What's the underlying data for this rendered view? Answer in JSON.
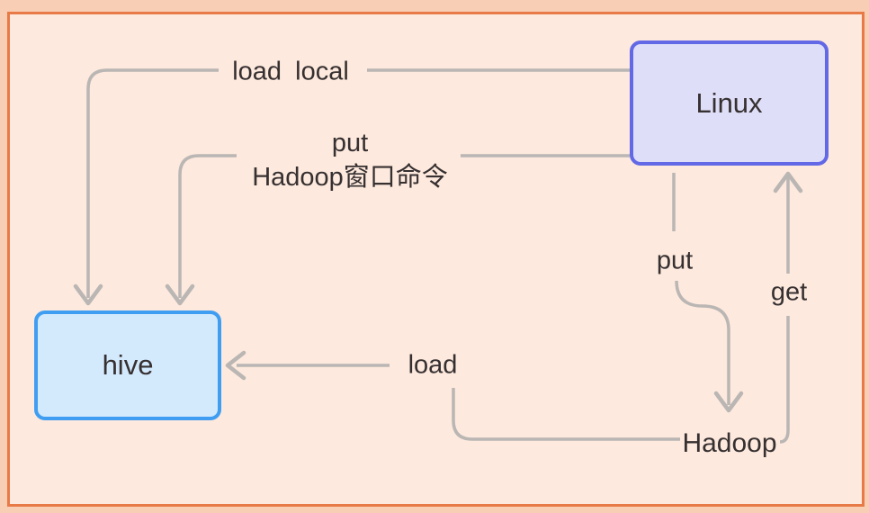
{
  "diagram": {
    "nodes": [
      {
        "id": "linux",
        "label": "Linux"
      },
      {
        "id": "hive",
        "label": "hive"
      },
      {
        "id": "hadoop",
        "label": "Hadoop"
      }
    ],
    "labels": {
      "load_local": "load local",
      "put_upper": "put",
      "hadoop_window_command": "Hadoop窗口命令",
      "put_lower": "put",
      "get": "get",
      "load": "load"
    },
    "edges": [
      {
        "from": "Linux",
        "to": "hive",
        "label": "load local"
      },
      {
        "from": "Linux",
        "to": "hive",
        "label": "put Hadoop窗口命令"
      },
      {
        "from": "Linux",
        "to": "Hadoop",
        "label": "put"
      },
      {
        "from": "Hadoop",
        "to": "Linux",
        "label": "get"
      },
      {
        "from": "Hadoop",
        "to": "hive",
        "label": "load"
      }
    ],
    "colors": {
      "outer_band": "#f8cfb5",
      "frame_border": "#e87a48",
      "canvas_bg": "#fde9dd",
      "connector_line": "#bab6b4",
      "linux_fill": "#dedef8",
      "linux_border": "#6268e6",
      "hive_fill": "#d3e9fc",
      "hive_border": "#3f9ef2",
      "text": "#363031"
    }
  }
}
